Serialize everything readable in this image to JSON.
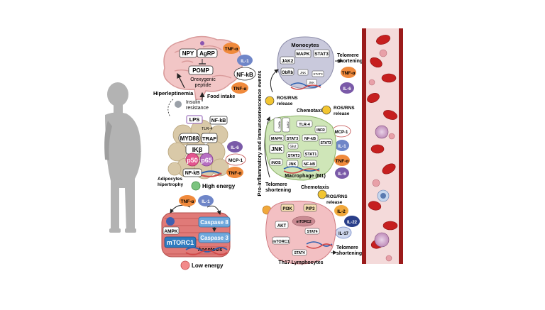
{
  "brain": {
    "npy": "NPY",
    "agrp": "AgRP",
    "pomp": "POMP",
    "orex1": "Orexygenic",
    "orex2": "peptide"
  },
  "food_intake": "Food intake",
  "hiperleptinemia": "Hiperleptinemia",
  "insulin1": "Insulin",
  "insulin2": "resistance",
  "adipo": {
    "lps": "LPS",
    "tlr": "TLR-4",
    "nfkb_top": "NF-kB",
    "myd88": "MYD88",
    "traf": "TRAF",
    "ikb": "IKβ",
    "p50": "p50",
    "p65": "p65",
    "nfkb": "NF-kB"
  },
  "adipocytes1": "Adipocytes",
  "adipocytes2": "hipertrophy",
  "high_energy": "High energy",
  "muscle": {
    "ampk": "AMPK",
    "mtorc1": "mTORC1",
    "casp8": "Caspase 8",
    "casp3": "Caspase 3",
    "apoptosis": "Apoptosis"
  },
  "low_energy": "Low energy",
  "mid_cyt": {
    "tnfa1": "TNF-α",
    "il1a": "IL-1",
    "nfkb1": "NF-kB",
    "tnfa2": "TNF-α",
    "il6a": "IL-6",
    "mcp1a": "MCP-1",
    "tnfa3": "TNF-α",
    "tnfa4": "TNF-α",
    "il1b": "IL-1"
  },
  "vertical_label": "Pro-inflammatory and immunosenescence events",
  "mono": {
    "title": "Monocytes",
    "jak2": "JAK2",
    "mapk": "MAPK",
    "stat3": "STAT3",
    "obrb": "ObRb",
    "jnk": "JNK",
    "stat3b": "STAT3",
    "jnk2": "JNK"
  },
  "telo1a": "Telomere",
  "telo1b": "shortening",
  "right_cyt": {
    "tnfa1": "TNF-α",
    "il6a": "IL-6",
    "mcp1": "MCP-1",
    "il1": "IL-1",
    "tnfa2": "TNF-α",
    "il6b": "IL-6",
    "il2": "IL-2",
    "il22": "IL-22",
    "il17": "IL-17"
  },
  "ros1a": "ROS/RNS",
  "ros1b": "release",
  "chemotaxis1": "Chemotaxis",
  "ros2a": "ROS/RNS",
  "ros2b": "release",
  "mac": {
    "obrb": "ObRb",
    "jak2": "JAK2",
    "tlr4": "TLR-4",
    "infr": "INFR",
    "mapk": "MAPK",
    "stat3": "STAT3",
    "nfkb": "NF-kB",
    "stat3b": "STAT3",
    "glut": "Glut",
    "jnk": "JNK",
    "stat3c": "STAT3",
    "stat1": "STAT1",
    "inos": "iNOS",
    "jnk2": "JNK",
    "nfkb2": "NF-kB",
    "title": "Macrophage (M1)"
  },
  "telo2a": "Telomere",
  "telo2b": "shortening",
  "chemotaxis2": "Chemotaxis",
  "ros3a": "ROS/RNS",
  "ros3b": "release",
  "th17": {
    "pi3k": "PI3K",
    "pip3": "PIP3",
    "akt": "AKT",
    "mtorc2": "mTORC2",
    "stat4": "STAT4",
    "mtorc1": "mTORC1",
    "stat4b": "STAT4",
    "title": "Th17 Lymphocytes"
  },
  "telo3a": "Telomere",
  "telo3b": "shortening",
  "colors": {
    "brain": "#f2c6c6",
    "brain_fold": "#d99a9a",
    "macrophage": "#cfe6b8",
    "th17": "#f3c0c3",
    "monocyte": "#c9c9dc",
    "vessel": "#9b1b1b",
    "rbc": "#c61f1f",
    "tnf": "#f08a3c",
    "il1": "#6f86c8",
    "il6": "#7a5aa8",
    "silhouette": "#b3b3b3",
    "muscle": "#e07a78"
  }
}
